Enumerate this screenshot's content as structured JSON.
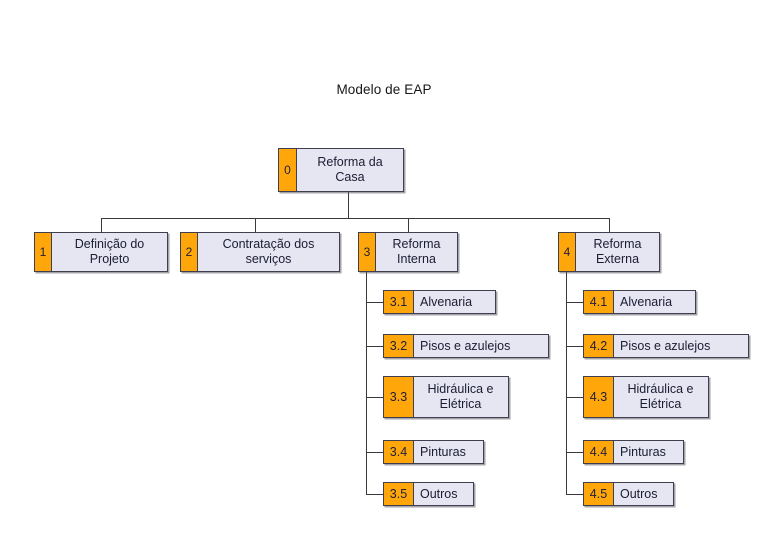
{
  "title": "Modelo de EAP",
  "colors": {
    "code_fill": "#FFA60A",
    "label_fill": "#E6E6F2",
    "border": "#3F3F4F",
    "line": "#3A3A3A",
    "background": "#FFFFFF",
    "text": "#1B1B33"
  },
  "chart_data": {
    "type": "tree",
    "title": "Modelo de EAP",
    "nodes": [
      {
        "code": "0",
        "label": "Reforma da Casa",
        "level": 0,
        "parent": null
      },
      {
        "code": "1",
        "label": "Definição do Projeto",
        "level": 1,
        "parent": "0"
      },
      {
        "code": "2",
        "label": "Contratação dos serviços",
        "level": 1,
        "parent": "0"
      },
      {
        "code": "3",
        "label": "Reforma Interna",
        "level": 1,
        "parent": "0"
      },
      {
        "code": "4",
        "label": "Reforma Externa",
        "level": 1,
        "parent": "0"
      },
      {
        "code": "3.1",
        "label": "Alvenaria",
        "level": 2,
        "parent": "3"
      },
      {
        "code": "3.2",
        "label": "Pisos e azulejos",
        "level": 2,
        "parent": "3"
      },
      {
        "code": "3.3",
        "label": "Hidráulica e Elétrica",
        "level": 2,
        "parent": "3"
      },
      {
        "code": "3.4",
        "label": "Pinturas",
        "level": 2,
        "parent": "3"
      },
      {
        "code": "3.5",
        "label": "Outros",
        "level": 2,
        "parent": "3"
      },
      {
        "code": "4.1",
        "label": "Alvenaria",
        "level": 2,
        "parent": "4"
      },
      {
        "code": "4.2",
        "label": "Pisos e azulejos",
        "level": 2,
        "parent": "4"
      },
      {
        "code": "4.3",
        "label": "Hidráulica e Elétrica",
        "level": 2,
        "parent": "4"
      },
      {
        "code": "4.4",
        "label": "Pinturas",
        "level": 2,
        "parent": "4"
      },
      {
        "code": "4.5",
        "label": "Outros",
        "level": 2,
        "parent": "4"
      }
    ]
  },
  "root": {
    "code": "0",
    "label": "Reforma da\nCasa"
  },
  "level1": [
    {
      "code": "1",
      "label": "Definição do\nProjeto"
    },
    {
      "code": "2",
      "label": "Contratação dos\nserviços"
    },
    {
      "code": "3",
      "label": "Reforma\nInterna"
    },
    {
      "code": "4",
      "label": "Reforma\nExterna"
    }
  ],
  "branch3": [
    {
      "code": "3.1",
      "label": "Alvenaria"
    },
    {
      "code": "3.2",
      "label": "Pisos e azulejos"
    },
    {
      "code": "3.3",
      "label": "Hidráulica e\nElétrica"
    },
    {
      "code": "3.4",
      "label": "Pinturas"
    },
    {
      "code": "3.5",
      "label": "Outros"
    }
  ],
  "branch4": [
    {
      "code": "4.1",
      "label": "Alvenaria"
    },
    {
      "code": "4.2",
      "label": "Pisos e azulejos"
    },
    {
      "code": "4.3",
      "label": "Hidráulica e\nElétrica"
    },
    {
      "code": "4.4",
      "label": "Pinturas"
    },
    {
      "code": "4.5",
      "label": "Outros"
    }
  ]
}
